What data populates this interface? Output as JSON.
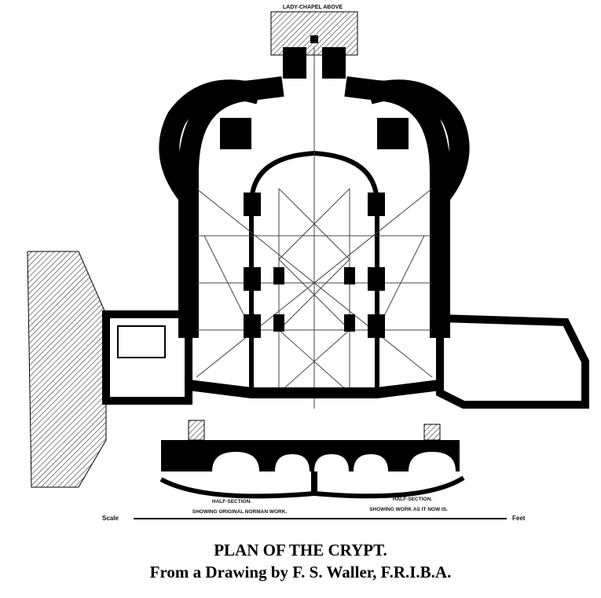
{
  "drawing": {
    "top_label": "LADY-CHAPEL ABOVE",
    "section_left": "HALF-SECTION.",
    "section_left_note": "SHOWING ORIGINAL NORMAN WORK.",
    "section_right": "HALF-SECTION.",
    "section_right_note": "SHOWING WORK AS IT NOW IS.",
    "scale_left": "Scale",
    "scale_right": "Feet"
  },
  "caption": {
    "title": "PLAN OF THE CRYPT.",
    "subtitle": "From a Drawing by F. S. Waller, F.R.I.B.A."
  }
}
